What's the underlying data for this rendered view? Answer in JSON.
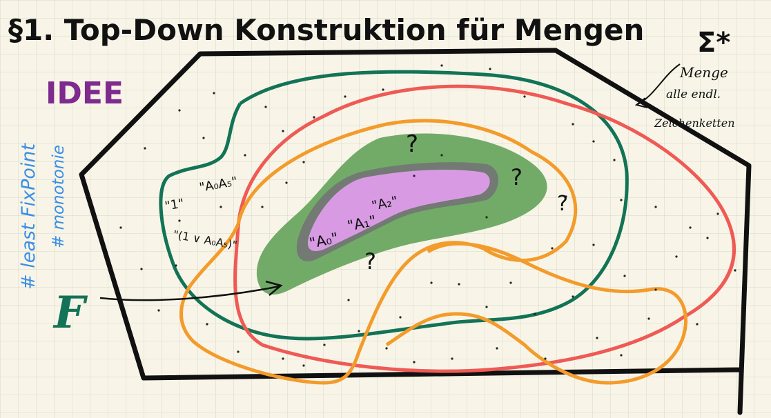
{
  "title": "§1. Top-Down Konstruktion für Mengen",
  "idee": "IDEE",
  "sigma": "Σ*",
  "sigma_note": [
    "Menge",
    "alle endl.",
    "Zeichenketten"
  ],
  "hashtags": [
    "# least FixPoint",
    "# monotonie"
  ],
  "f_label": "F",
  "strings": {
    "s1": "\"1\"",
    "s2": "\"A₀A₅\"",
    "s3": "\"(1 ∨ A₀A₅)\"",
    "a0": "\"A₀\"",
    "a1": "\"A₁\"",
    "a2": "\"A₂\""
  },
  "question": "?",
  "colors": {
    "paper": "#f8f5e8",
    "grid": "#d3d9c9",
    "ink": "#111111",
    "green_curve": "#137356",
    "red_curve": "#ef5a55",
    "orange_curve": "#f39b2b",
    "green_fill": "#72ab68",
    "gray_band": "#727a73",
    "purple_fill": "#d89be3",
    "purple_text": "#7e2a8e",
    "blue_text": "#3a8fe5"
  }
}
